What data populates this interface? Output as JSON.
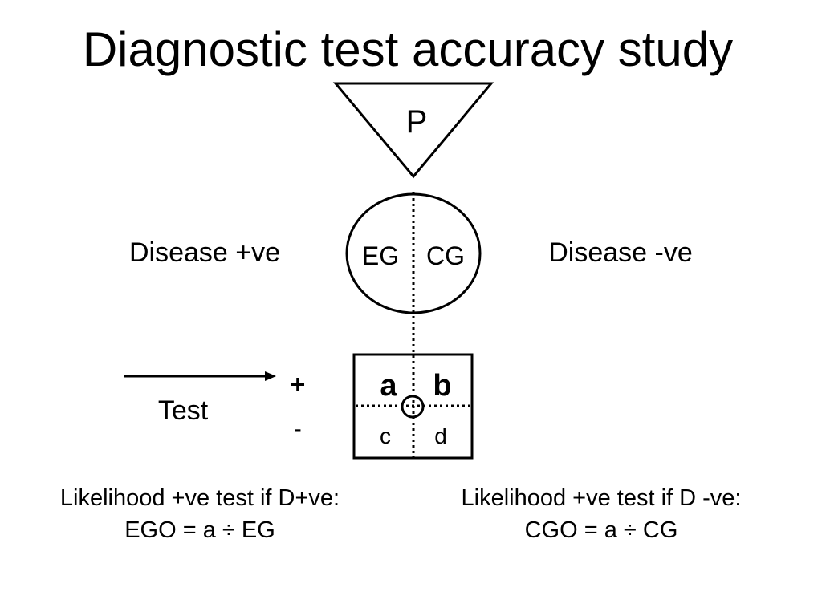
{
  "title": "Diagnostic test accuracy study",
  "population": {
    "label": "P"
  },
  "groups": {
    "left_label": "Disease +ve",
    "right_label": "Disease -ve",
    "exposed": "EG",
    "control": "CG"
  },
  "test": {
    "label": "Test",
    "positive_sign": "+",
    "negative_sign": "-"
  },
  "table": {
    "a": "a",
    "b": "b",
    "c": "c",
    "d": "d"
  },
  "formulas": {
    "left_line1": "Likelihood +ve test if D+ve:",
    "left_line2": "EGO = a ÷ EG",
    "right_line1": "Likelihood +ve test if D -ve:",
    "right_line2": "CGO = a ÷ CG"
  }
}
